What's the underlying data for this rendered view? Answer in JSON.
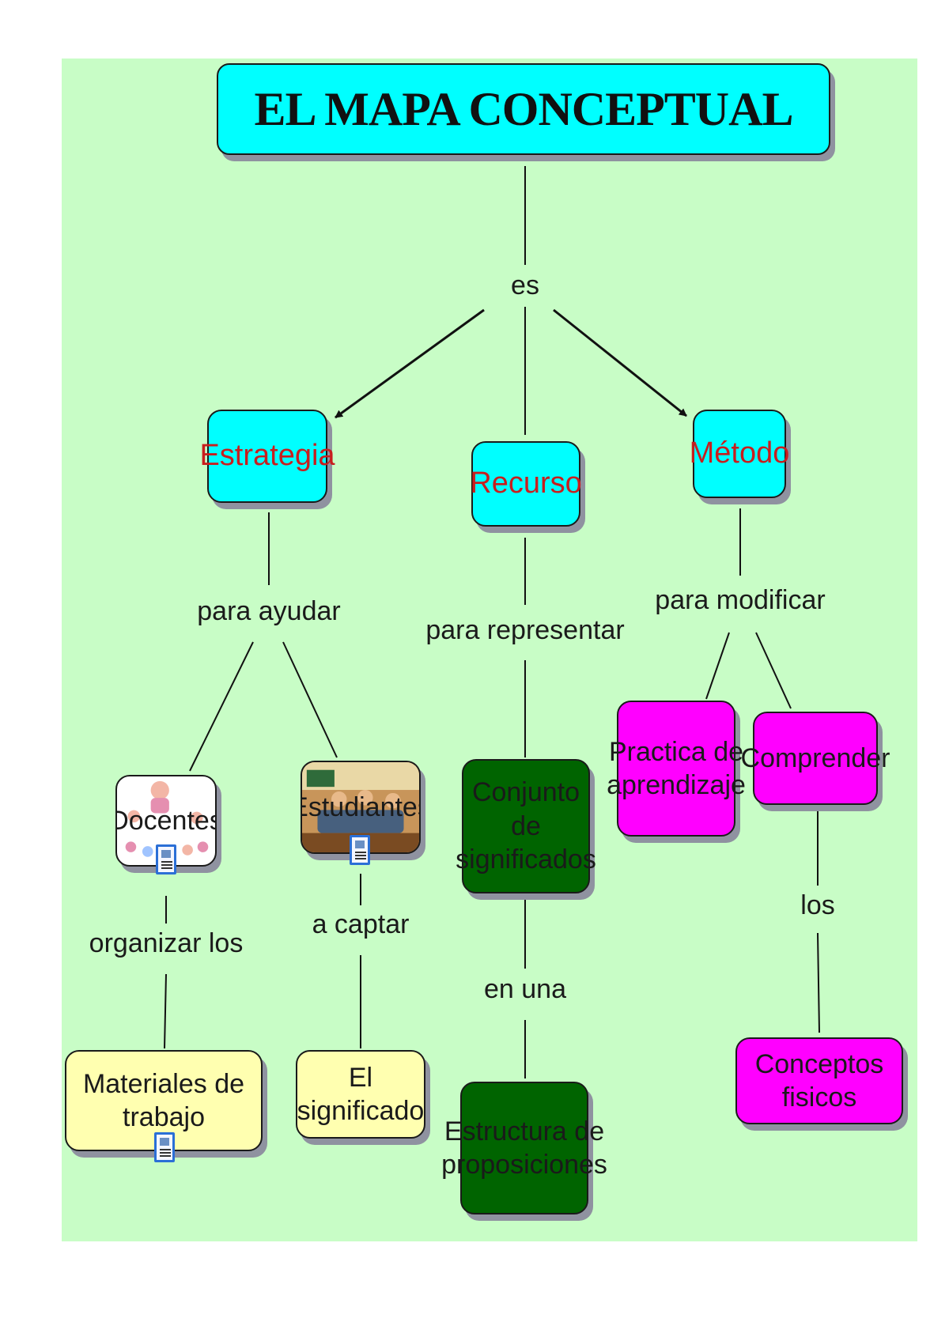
{
  "title": "EL MAPA CONCEPTUAL",
  "nodes": {
    "estrategia": "Estrategia",
    "recurso": "Recurso",
    "metodo": "Método",
    "docentes": "Docentes",
    "estudiantes": "Estudiantes",
    "conjunto_l1": "Conjunto de",
    "conjunto_l2": "significados",
    "practica_l1": "Practica de",
    "practica_l2": "aprendizaje",
    "comprender": "Comprender",
    "materiales": "Materiales de trabajo",
    "significado": "El significado",
    "estructura_l1": "Estructura de",
    "estructura_l2": "proposiciones",
    "conceptos": "Conceptos fisicos"
  },
  "links": {
    "es": "es",
    "para_ayudar": "para ayudar",
    "para_representar": "para representar",
    "para_modificar": "para modificar",
    "organizar_los": "organizar los",
    "a_captar": "a captar",
    "en_una": "en una",
    "los": "los"
  },
  "colors": {
    "background": "#c8fdc6",
    "title_fill": "#00ffff",
    "level1_fill": "#00ffff",
    "level1_text": "#c81e1e",
    "recurso_branch_fill": "#006400",
    "metodo_branch_fill": "#ff00ff",
    "leaf_fill": "#ffffb0"
  },
  "icons": [
    "document-icon",
    "document-icon",
    "document-icon"
  ]
}
